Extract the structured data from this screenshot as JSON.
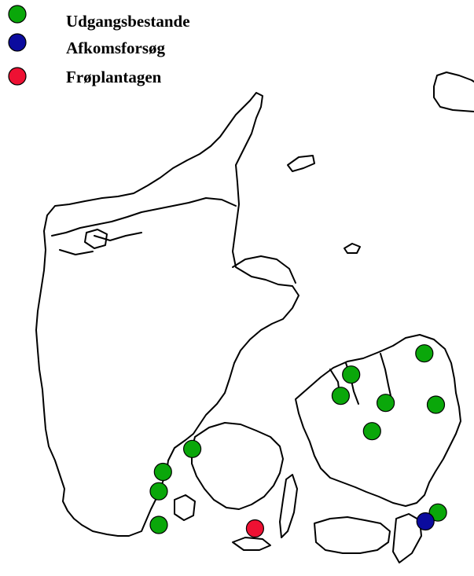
{
  "legend": {
    "items": [
      {
        "key": "udgang",
        "label": "Udgangsbestande",
        "color": "#0aa70a"
      },
      {
        "key": "afkom",
        "label": "Afkomsforsøg",
        "color": "#0b0b9e"
      },
      {
        "key": "froe",
        "label": "Frøplantagen",
        "color": "#ee1133"
      }
    ]
  },
  "map": {
    "region": "Denmark",
    "markers": [
      {
        "category": "udgang",
        "lon": 12.22,
        "lat": 56.02
      },
      {
        "category": "udgang",
        "lon": 11.52,
        "lat": 55.9
      },
      {
        "category": "udgang",
        "lon": 11.42,
        "lat": 55.78
      },
      {
        "category": "udgang",
        "lon": 11.85,
        "lat": 55.74
      },
      {
        "category": "udgang",
        "lon": 12.33,
        "lat": 55.73
      },
      {
        "category": "udgang",
        "lon": 11.72,
        "lat": 55.58
      },
      {
        "category": "udgang",
        "lon": 10.0,
        "lat": 55.48
      },
      {
        "category": "udgang",
        "lon": 9.72,
        "lat": 55.35
      },
      {
        "category": "udgang",
        "lon": 9.68,
        "lat": 55.24
      },
      {
        "category": "udgang",
        "lon": 9.68,
        "lat": 55.05
      },
      {
        "category": "udgang",
        "lon": 12.35,
        "lat": 55.12
      },
      {
        "category": "afkom",
        "lon": 12.23,
        "lat": 55.07
      },
      {
        "category": "froe",
        "lon": 10.6,
        "lat": 55.03
      }
    ]
  }
}
